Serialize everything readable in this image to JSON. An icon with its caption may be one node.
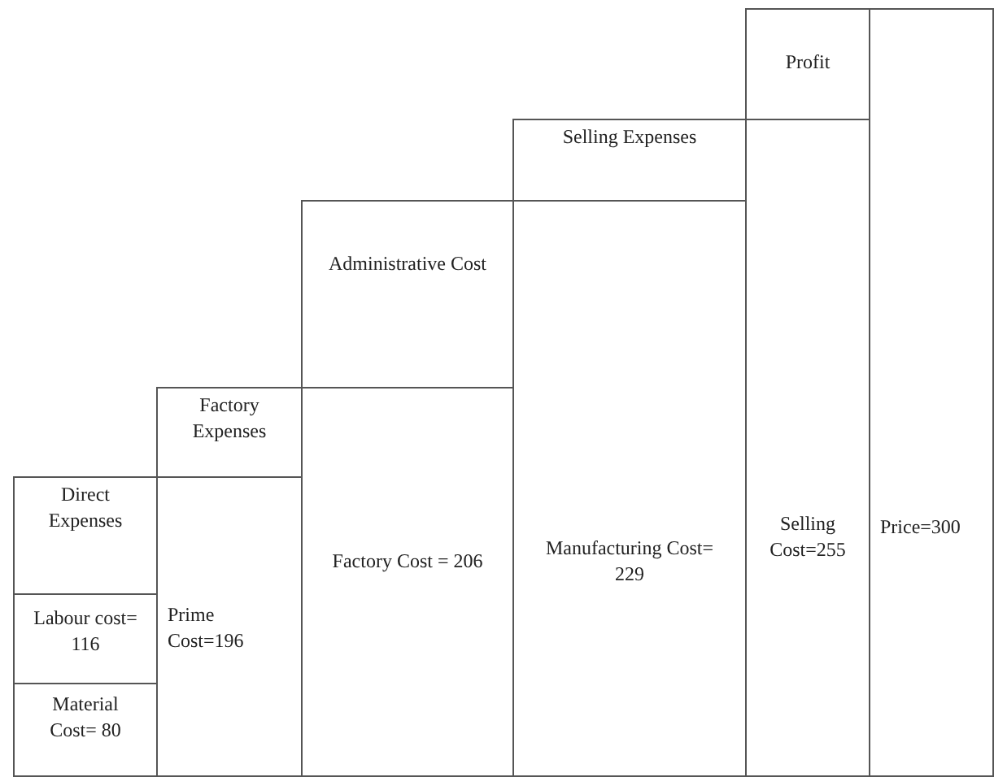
{
  "diagram": {
    "nodes": [
      {
        "text": [
          "Direct Expenses"
        ]
      },
      {
        "text": [
          "Labour cost= 116"
        ]
      },
      {
        "text": [
          "Material Cost= 80"
        ]
      },
      {
        "text": [
          "Factory Expenses"
        ]
      },
      {
        "text": [
          "Prime Cost=196"
        ]
      },
      {
        "text": [
          "Administrative Cost"
        ]
      },
      {
        "text": [
          "Factory Cost = 206"
        ]
      },
      {
        "text": [
          "Selling Expenses"
        ]
      },
      {
        "text": [
          "Manufacturing Cost= 229"
        ]
      },
      {
        "text": [
          "Profit"
        ]
      },
      {
        "text": [
          "Selling Cost=255"
        ]
      },
      {
        "text": [
          "Price=300"
        ]
      }
    ]
  }
}
